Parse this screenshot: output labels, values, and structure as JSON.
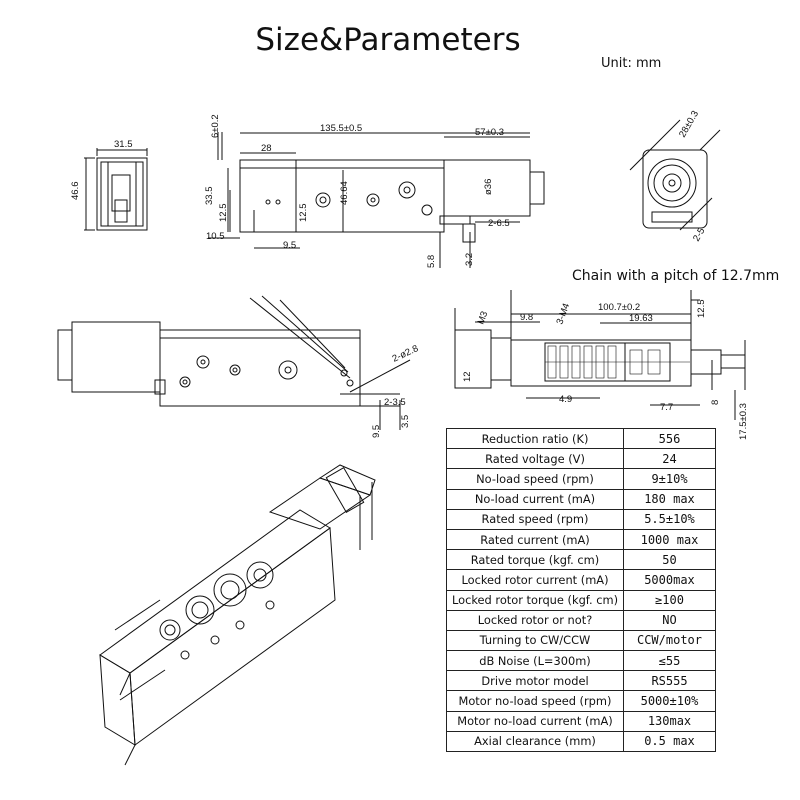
{
  "title": "Size&Parameters",
  "unit_note": "Unit: mm",
  "chain_note": "Chain with a pitch of 12.7mm",
  "dims": {
    "d31_5": "31.5",
    "d46_6": "46.6",
    "d6": "6±0.2",
    "d135": "135.5±0.5",
    "d57": "57±0.3",
    "d28": "28",
    "d33_5": "33.5",
    "d12_5a": "12.5",
    "d12_5b": "12.5",
    "d46_64": "46.64",
    "d36": "ø36",
    "d10_5": "10.5",
    "d9_5a": "9.5",
    "d2_65": "2-6.5",
    "d5_8": "5.8",
    "d3_2": "3.2",
    "d28r": "28±0.3",
    "d2_5": "2-5",
    "d2_35": "2-3.5",
    "d9_5b": "9.5",
    "d3_5": "3.5",
    "d2_8": "2-ø2.8",
    "d100": "100.7±0.2",
    "d12_5c": "12.5",
    "dM3": "M3",
    "d9_8": "9.8",
    "d3_M4": "3-M4",
    "d19_63": "19.63",
    "d12": "12",
    "d4_9": "4.9",
    "d7_7": "7.7",
    "d8": "8",
    "d17_5": "17.5±0.3"
  },
  "specs": [
    {
      "label": "Reduction ratio (K)",
      "value": "556"
    },
    {
      "label": "Rated voltage (V)",
      "value": "24"
    },
    {
      "label": "No-load speed (rpm)",
      "value": "9±10%"
    },
    {
      "label": "No-load current (mA)",
      "value": "180 max"
    },
    {
      "label": "Rated speed (rpm)",
      "value": "5.5±10%"
    },
    {
      "label": "Rated current (mA)",
      "value": "1000 max"
    },
    {
      "label": "Rated torque (kgf. cm)",
      "value": "50"
    },
    {
      "label": "Locked rotor current (mA)",
      "value": "5000max"
    },
    {
      "label": "Locked rotor torque (kgf. cm)",
      "value": "≥100"
    },
    {
      "label": "Locked rotor or not?",
      "value": "NO"
    },
    {
      "label": "Turning to CW/CCW",
      "value": "CCW/motor"
    },
    {
      "label": "dB Noise (L=300m)",
      "value": "≤55"
    },
    {
      "label": "Drive motor model",
      "value": "RS555"
    },
    {
      "label": "Motor no-load speed (rpm)",
      "value": "5000±10%"
    },
    {
      "label": "Motor no-load current (mA)",
      "value": "130max"
    },
    {
      "label": "Axial clearance (mm)",
      "value": "0.5 max"
    }
  ]
}
